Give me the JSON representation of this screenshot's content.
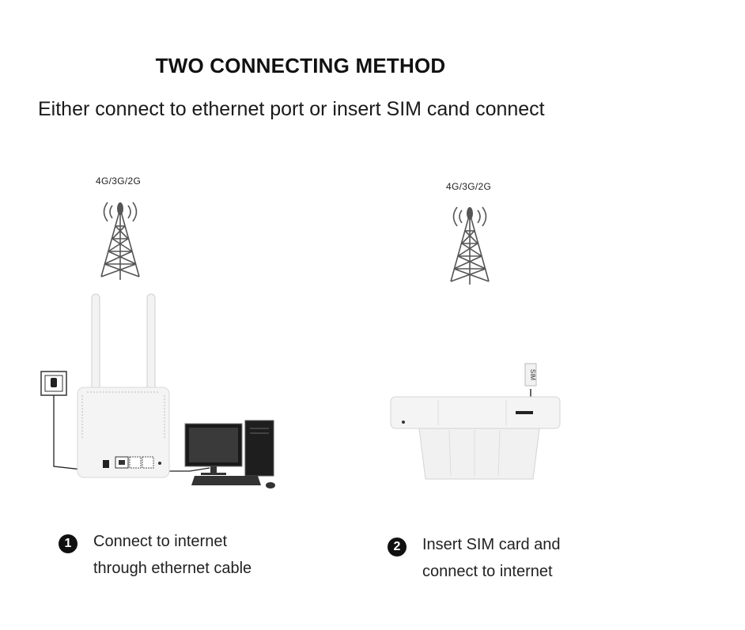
{
  "header": {
    "title": "TWO CONNECTING METHOD",
    "subtitle": "Either connect to ethernet port or insert SIM cand connect"
  },
  "method1": {
    "tower_label": "4G/3G/2G",
    "step_number": "1",
    "step_line1": "Connect to internet",
    "step_line2": "through ethernet cable"
  },
  "method2": {
    "tower_label": "4G/3G/2G",
    "sim_label": "SIM",
    "step_number": "2",
    "step_line1": "Insert SIM card and",
    "step_line2": "connect to internet"
  }
}
